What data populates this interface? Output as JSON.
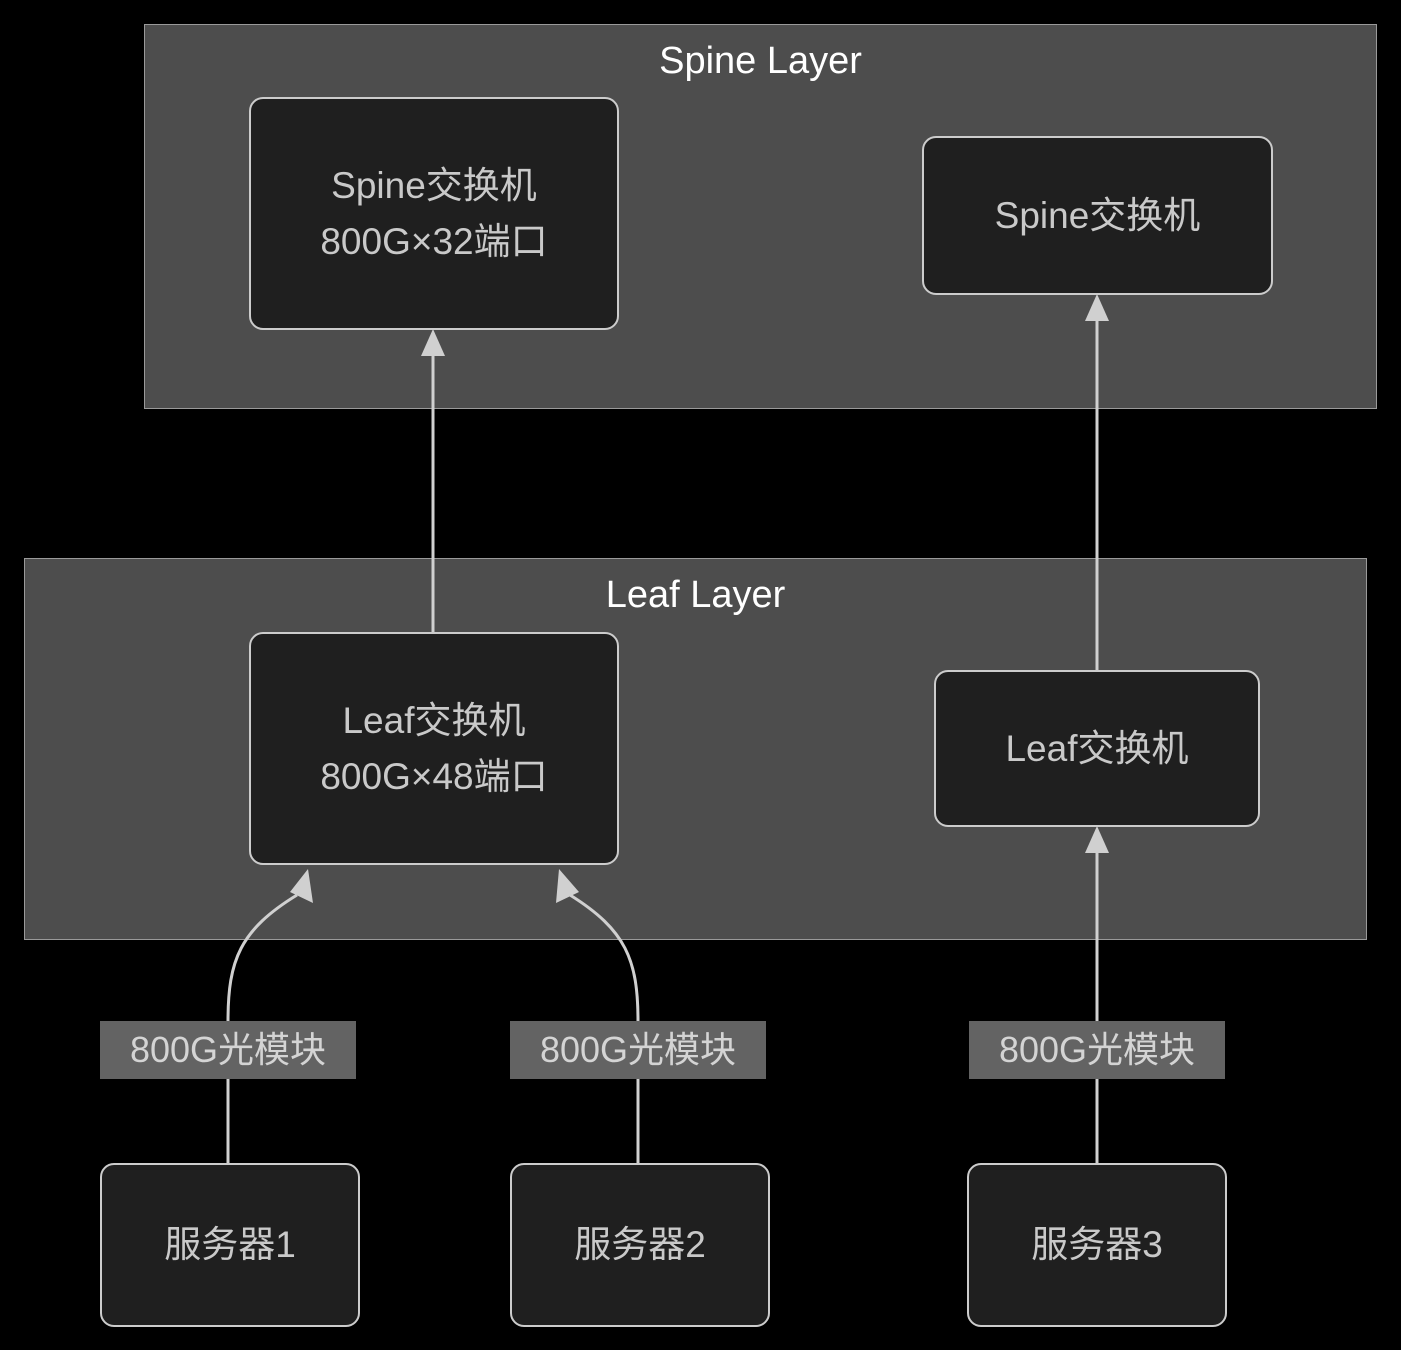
{
  "diagram": {
    "background_color": "#000000",
    "layers": [
      {
        "id": "spine-layer",
        "title": "Spine Layer",
        "fill_color": "#4d4d4d",
        "border_color": "#9a9a9a"
      },
      {
        "id": "leaf-layer",
        "title": "Leaf Layer",
        "fill_color": "#4d4d4d",
        "border_color": "#9a9a9a"
      }
    ],
    "nodes": [
      {
        "id": "spine-switch-1",
        "line1": "Spine交换机",
        "line2": "800G×32端口",
        "fill_color": "#1f1f1f",
        "border_color": "#cccccc",
        "text_color": "#c9c9c9"
      },
      {
        "id": "spine-switch-2",
        "line1": "Spine交换机",
        "line2": "",
        "fill_color": "#1f1f1f",
        "border_color": "#cccccc",
        "text_color": "#c9c9c9"
      },
      {
        "id": "leaf-switch-1",
        "line1": "Leaf交换机",
        "line2": "800G×48端口",
        "fill_color": "#1f1f1f",
        "border_color": "#cccccc",
        "text_color": "#c9c9c9"
      },
      {
        "id": "leaf-switch-2",
        "line1": "Leaf交换机",
        "line2": "",
        "fill_color": "#1f1f1f",
        "border_color": "#cccccc",
        "text_color": "#c9c9c9"
      },
      {
        "id": "server-1",
        "line1": "服务器1",
        "line2": "",
        "fill_color": "#1f1f1f",
        "border_color": "#cccccc",
        "text_color": "#c9c9c9"
      },
      {
        "id": "server-2",
        "line1": "服务器2",
        "line2": "",
        "fill_color": "#1f1f1f",
        "border_color": "#cccccc",
        "text_color": "#c9c9c9"
      },
      {
        "id": "server-3",
        "line1": "服务器3",
        "line2": "",
        "fill_color": "#1f1f1f",
        "border_color": "#cccccc",
        "text_color": "#c9c9c9"
      }
    ],
    "edge_labels": [
      {
        "id": "edge-label-1",
        "text": "800G光模块",
        "background_color": "#636363",
        "text_color": "#d4d4d4"
      },
      {
        "id": "edge-label-2",
        "text": "800G光模块",
        "background_color": "#636363",
        "text_color": "#d4d4d4"
      },
      {
        "id": "edge-label-3",
        "text": "800G光模块",
        "background_color": "#636363",
        "text_color": "#d4d4d4"
      }
    ],
    "edges": [
      {
        "id": "edge-leaf1-to-spine1",
        "from": "leaf-switch-1",
        "to": "spine-switch-1",
        "style": "straight",
        "arrow": true
      },
      {
        "id": "edge-leaf2-to-spine2",
        "from": "leaf-switch-2",
        "to": "spine-switch-2",
        "style": "straight",
        "arrow": true
      },
      {
        "id": "edge-server1-to-leaf1",
        "from": "server-1",
        "to": "leaf-switch-1",
        "style": "curved",
        "arrow": true,
        "label": "800G光模块"
      },
      {
        "id": "edge-server2-to-leaf1",
        "from": "server-2",
        "to": "leaf-switch-1",
        "style": "curved",
        "arrow": true,
        "label": "800G光模块"
      },
      {
        "id": "edge-server3-to-leaf2",
        "from": "server-3",
        "to": "leaf-switch-2",
        "style": "straight",
        "arrow": true,
        "label": "800G光模块"
      }
    ],
    "edge_color": "#d0d0d0"
  }
}
